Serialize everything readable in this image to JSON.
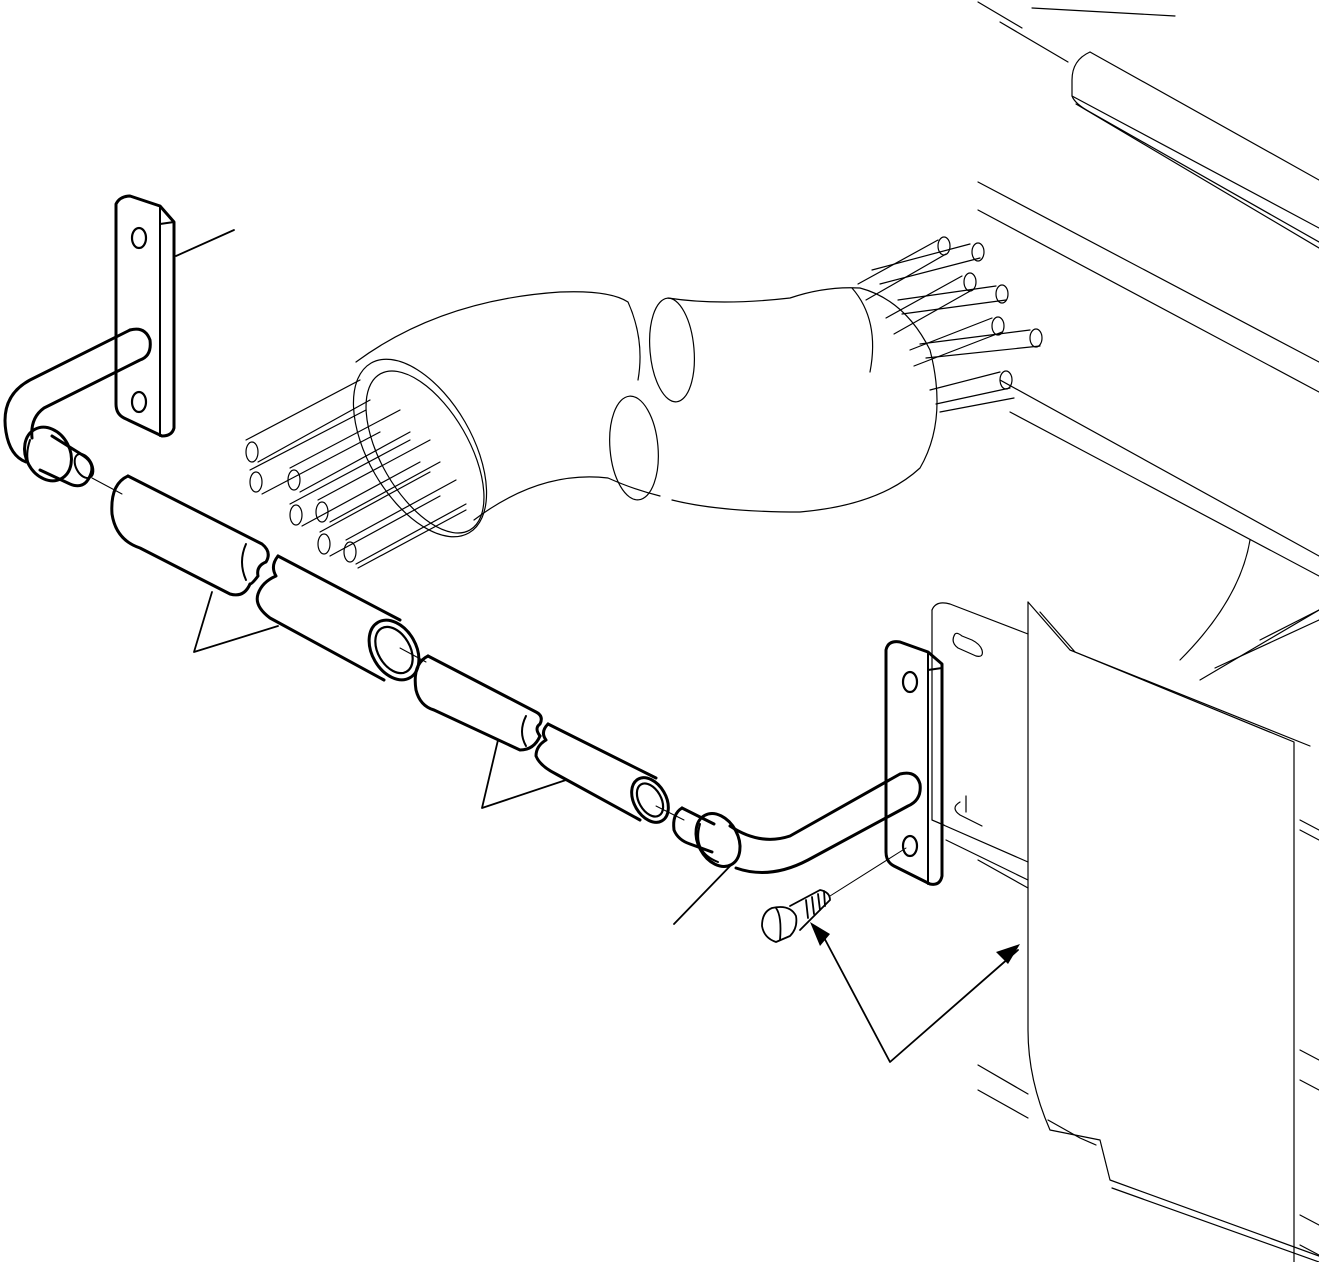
{
  "diagram": {
    "kind": "exploded technical illustration",
    "style": "black line art on white",
    "colors": {
      "line": "#000000",
      "background": "#ffffff"
    },
    "components": [
      {
        "id": "left-bracket-rod",
        "icon": "bracket-rod-icon"
      },
      {
        "id": "protector-tube-upper-1",
        "icon": "tube-icon"
      },
      {
        "id": "protector-tube-upper-2",
        "icon": "tube-icon"
      },
      {
        "id": "protector-tube-lower-1",
        "icon": "tube-icon"
      },
      {
        "id": "protector-tube-lower-2",
        "icon": "tube-icon"
      },
      {
        "id": "right-bracket-rod",
        "icon": "bracket-rod-icon"
      },
      {
        "id": "mounting-bolt",
        "icon": "bolt-icon"
      },
      {
        "id": "wire-harness",
        "icon": "harness-icon"
      },
      {
        "id": "machine-frame",
        "icon": "frame-icon"
      }
    ]
  }
}
